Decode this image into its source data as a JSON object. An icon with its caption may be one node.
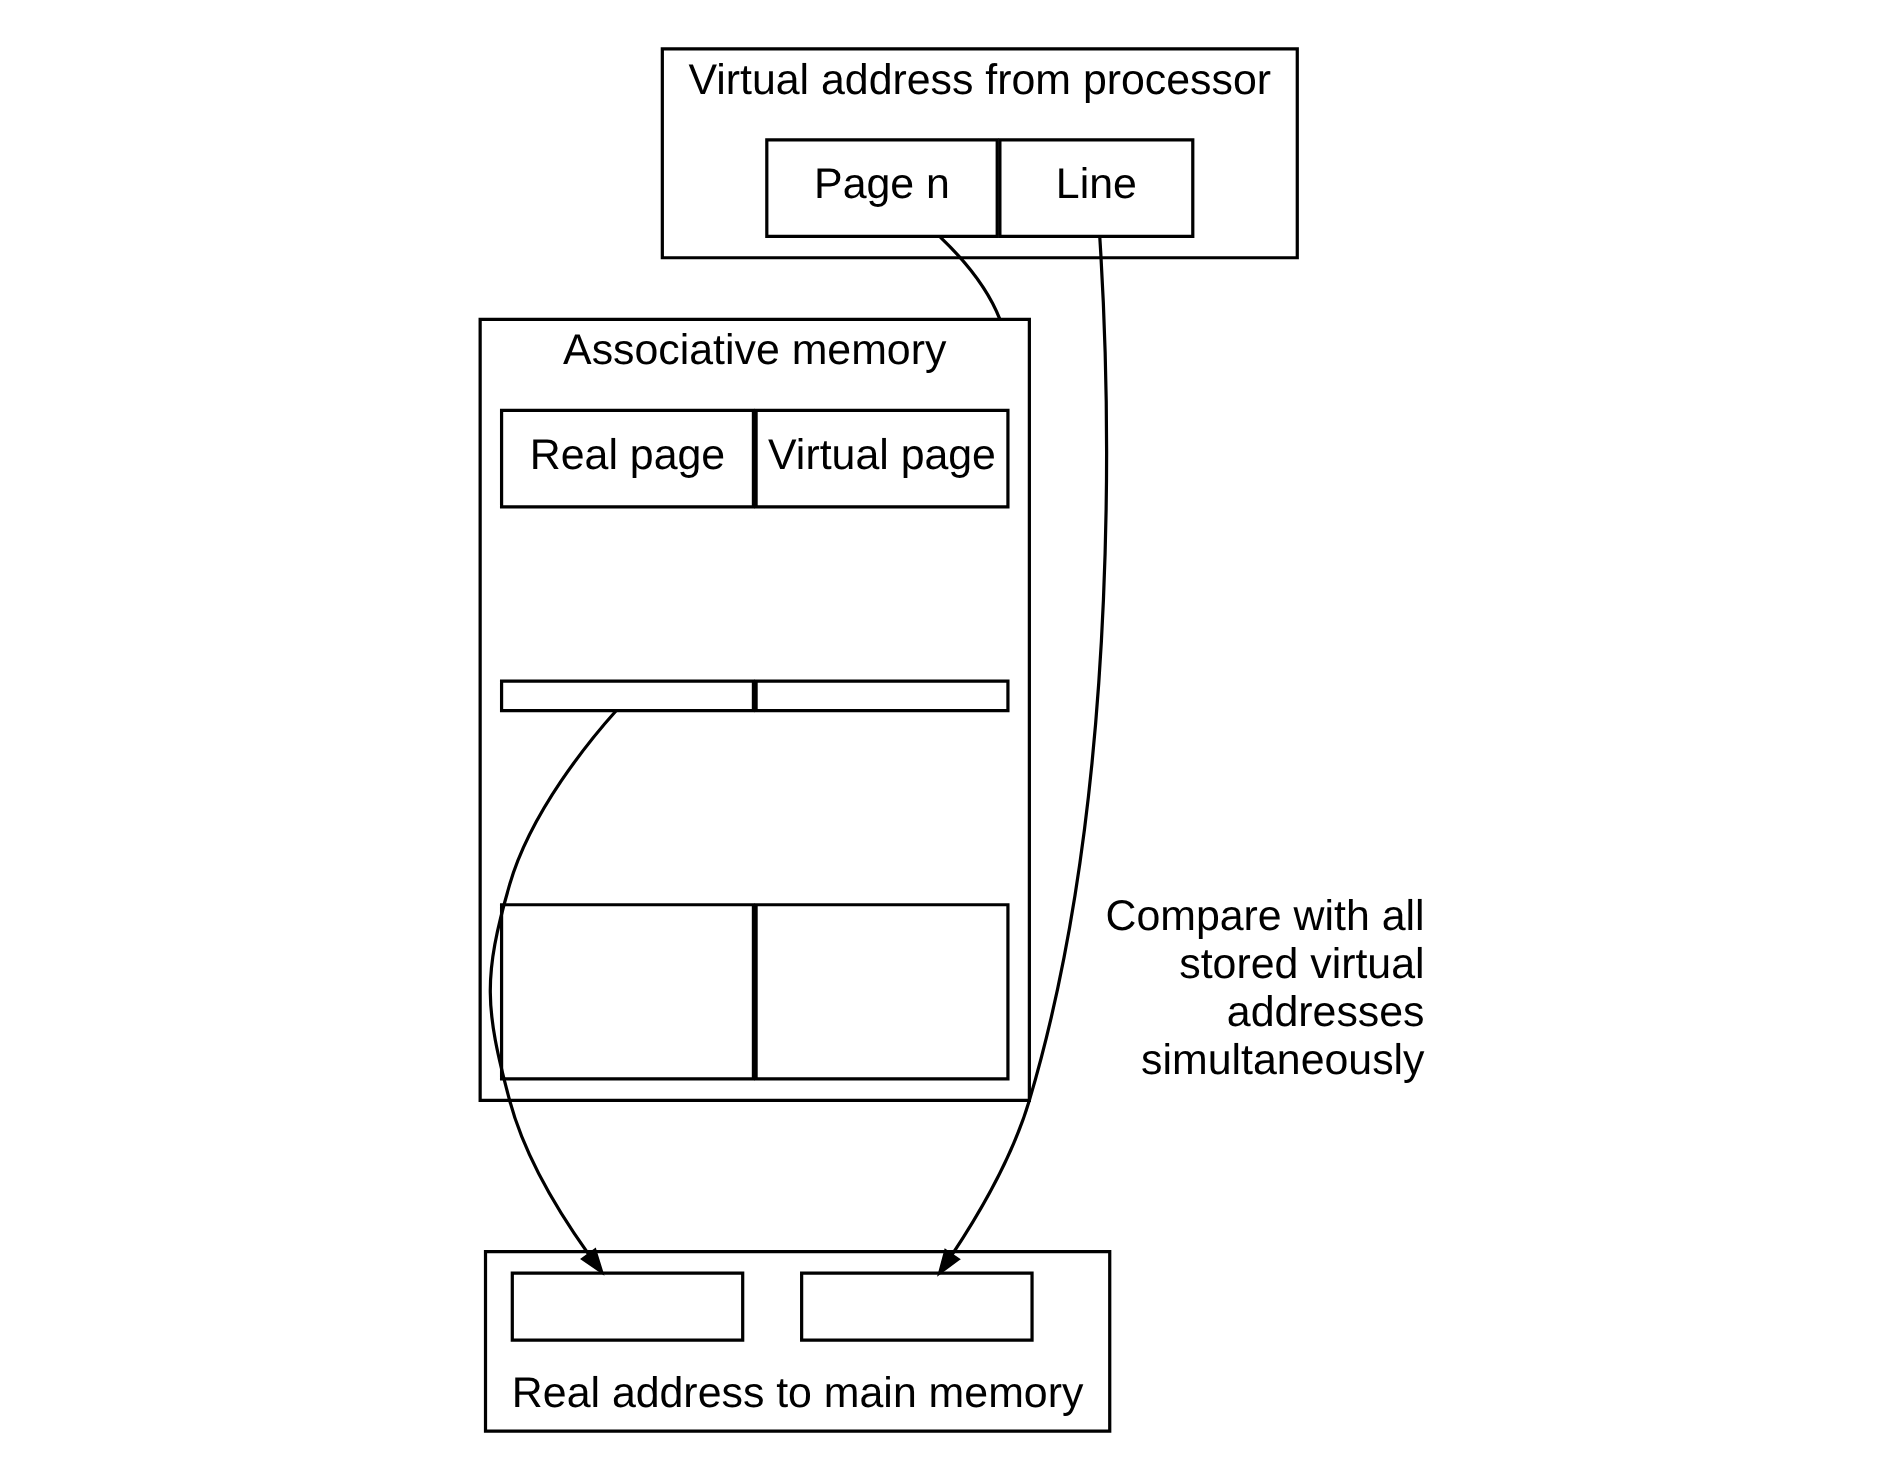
{
  "diagram": {
    "nodes": [
      {
        "text": [
          "Virtual address from processor"
        ]
      },
      {
        "text": [
          "Page n"
        ],
        "in": 0
      },
      {
        "text": [
          "Line"
        ],
        "in": 0
      },
      {
        "text": [
          "Associative memory"
        ]
      },
      {
        "text": [
          "Virtual page"
        ],
        "in": 3
      },
      {
        "text": [
          "Real page"
        ],
        "in": 3
      },
      {
        "text": [],
        "shape": "box",
        "in": 3
      },
      {
        "text": [],
        "shape": "box",
        "in": 3
      },
      {
        "text": [],
        "shape": "box",
        "in": 3
      },
      {
        "text": [],
        "shape": "box",
        "in": 3
      },
      {
        "text": [
          "Real address to main memory"
        ]
      },
      {
        "text": [],
        "shape": "box",
        "in": 10
      },
      {
        "text": [],
        "shape": "box",
        "in": 10
      }
    ],
    "edges": [
      {
        "from": 1,
        "to": 3,
        "arrow": "none"
      },
      {
        "from": 2,
        "to": 12,
        "arrow": "to"
      },
      {
        "from": 7,
        "to": 11,
        "arrow": "to"
      }
    ],
    "labels": [
      "Compare with all stored virtual addresses simultaneously"
    ]
  }
}
